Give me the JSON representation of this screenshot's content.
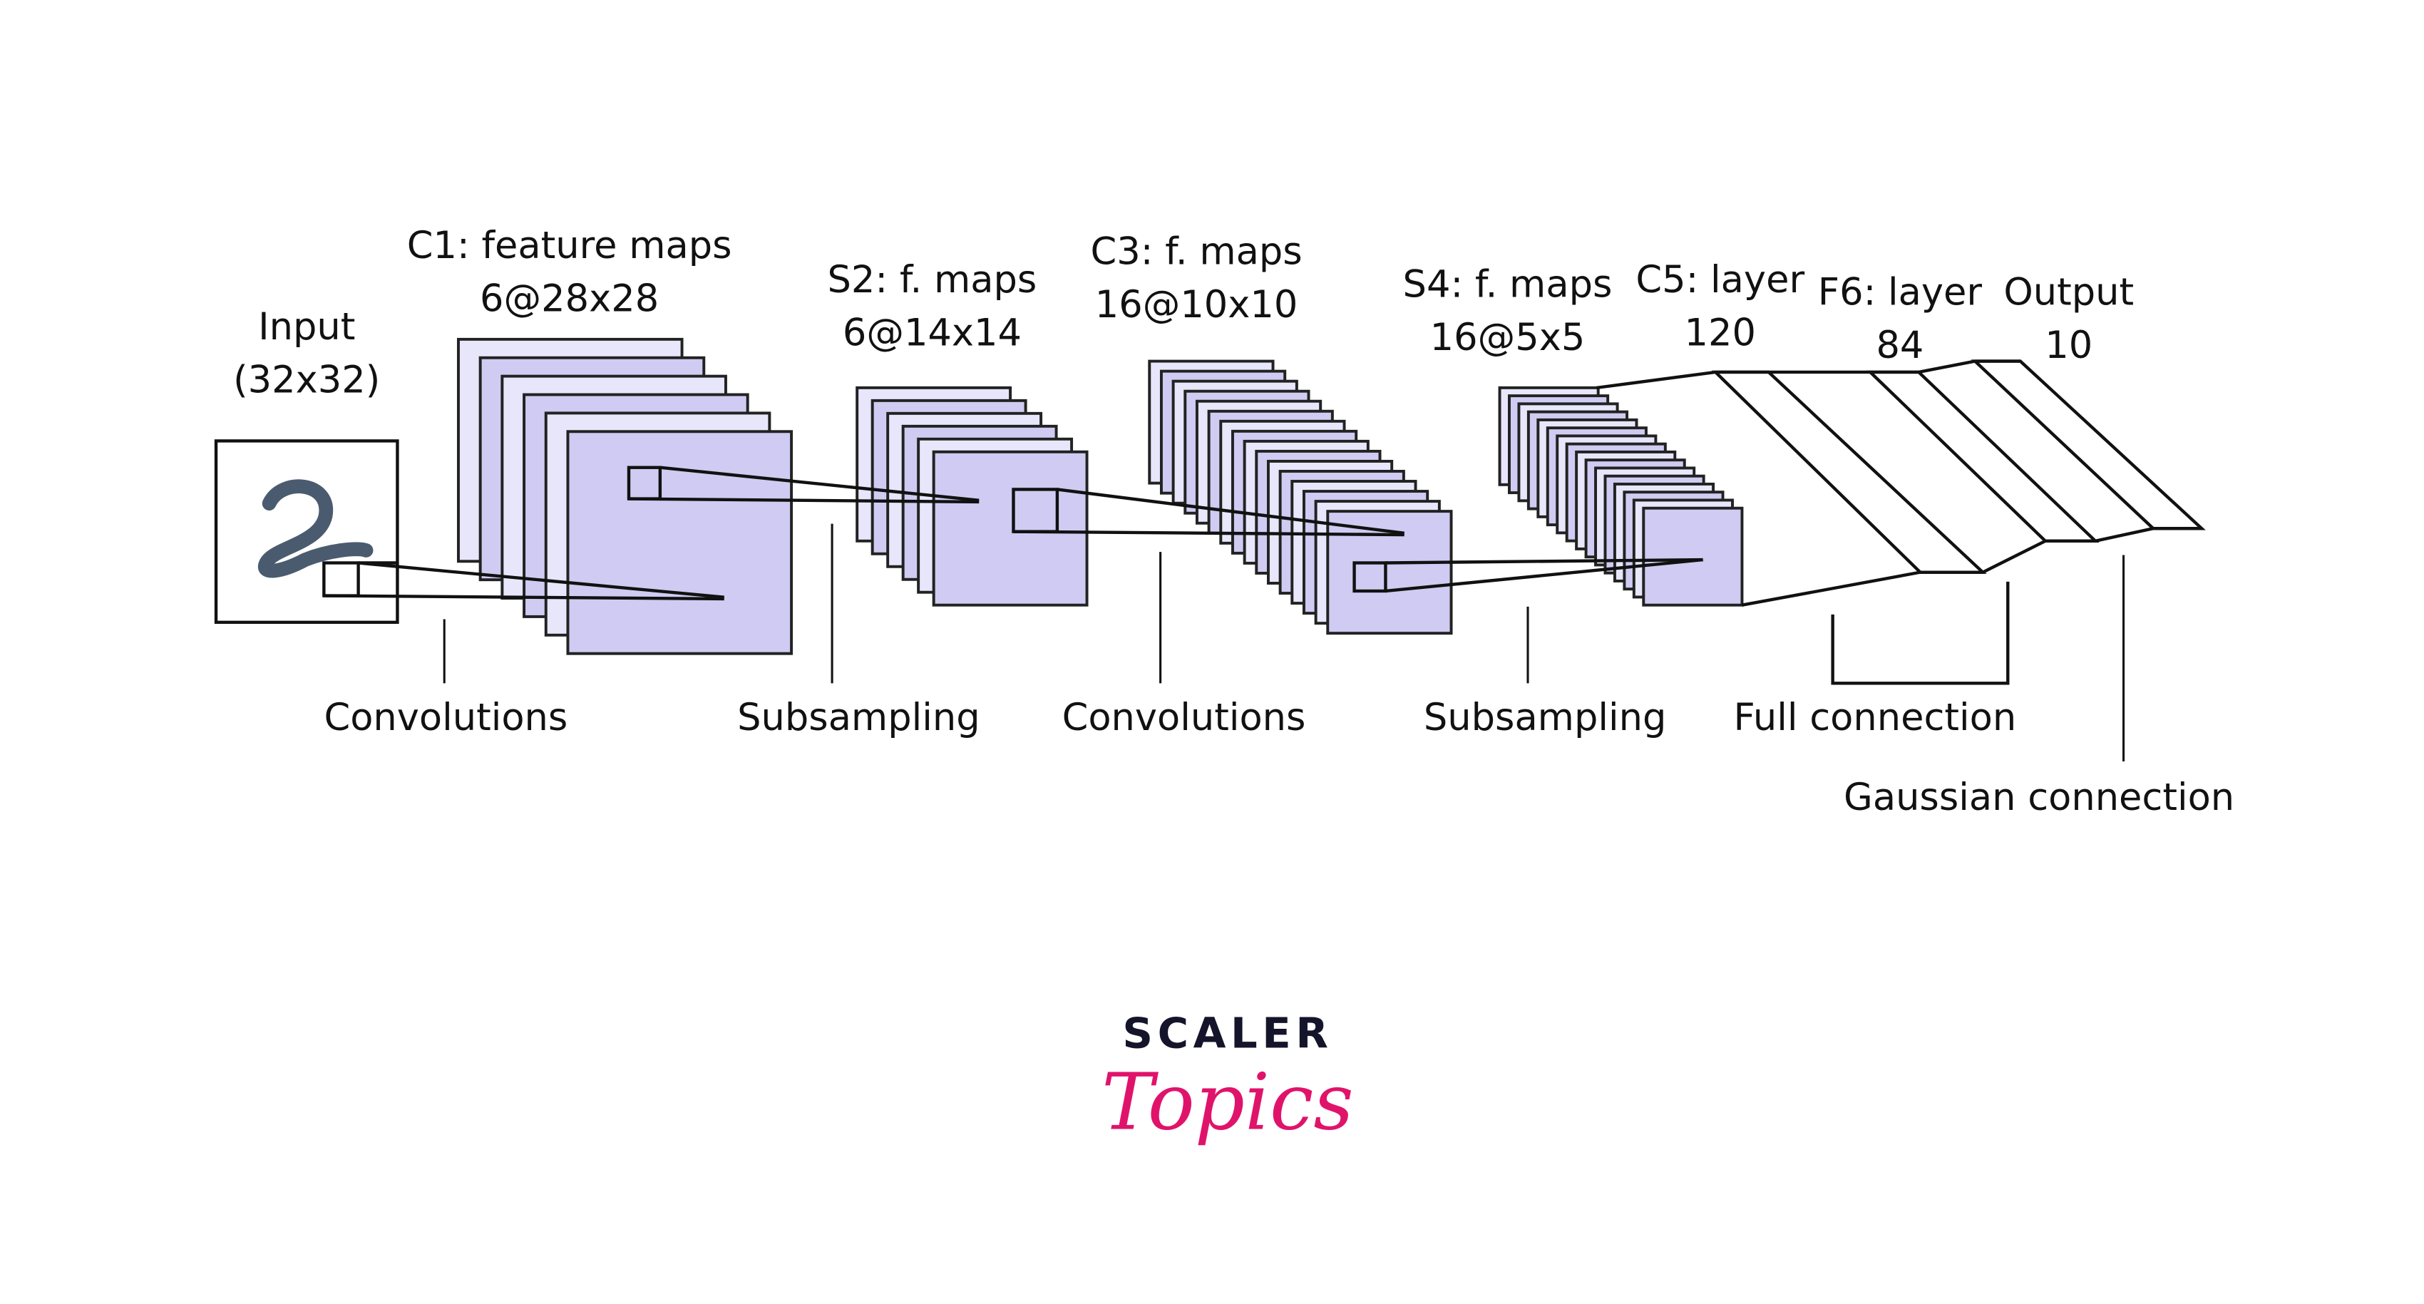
{
  "colors": {
    "map_light": "#e8e6fb",
    "map_dark": "#cfcbf2",
    "digit": "#4b5b6f",
    "logo_dark": "#14142b",
    "logo_pink": "#e0136b"
  },
  "input": {
    "title": "Input",
    "size": "(32x32)"
  },
  "layers": {
    "c1": {
      "title": "C1: feature maps",
      "shape": "6@28x28",
      "maps": 6
    },
    "s2": {
      "title": "S2: f. maps",
      "shape": "6@14x14",
      "maps": 6
    },
    "c3": {
      "title": "C3: f. maps",
      "shape": "16@10x10",
      "maps": 16
    },
    "s4": {
      "title": "S4: f. maps",
      "shape": "16@5x5",
      "maps": 16
    },
    "c5": {
      "title": "C5: layer",
      "shape": "120"
    },
    "f6": {
      "title": "F6: layer",
      "shape": "84"
    },
    "output": {
      "title": "Output",
      "shape": "10"
    }
  },
  "operations": {
    "conv1": "Convolutions",
    "sub1": "Subsampling",
    "conv2": "Convolutions",
    "sub2": "Subsampling",
    "full": "Full connection",
    "gauss": "Gaussian connection"
  },
  "logo": {
    "line1": "SCALER",
    "line2": "Topics"
  }
}
